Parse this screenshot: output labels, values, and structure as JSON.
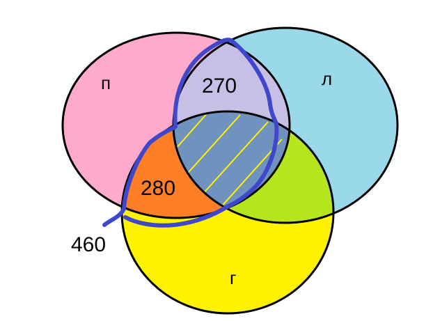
{
  "diagram": {
    "sets": [
      {
        "id": "p",
        "label": "п",
        "color": "#ffaacc"
      },
      {
        "id": "l",
        "label": "л",
        "color": "#99d9ea"
      },
      {
        "id": "g",
        "label": "г",
        "color": "#fff200"
      }
    ],
    "regions": {
      "p_and_l": {
        "value": "270",
        "color": "#c8bfe7"
      },
      "p_and_g": {
        "value": "280",
        "color": "#ff7f27"
      },
      "l_and_g": {
        "color": "#b5e61d"
      },
      "all_three": {
        "color": "#7092be",
        "hatch_color": "#fff200"
      }
    },
    "outline_value": "460",
    "outline_color": "#3f48cc",
    "border_color": "#000000"
  }
}
